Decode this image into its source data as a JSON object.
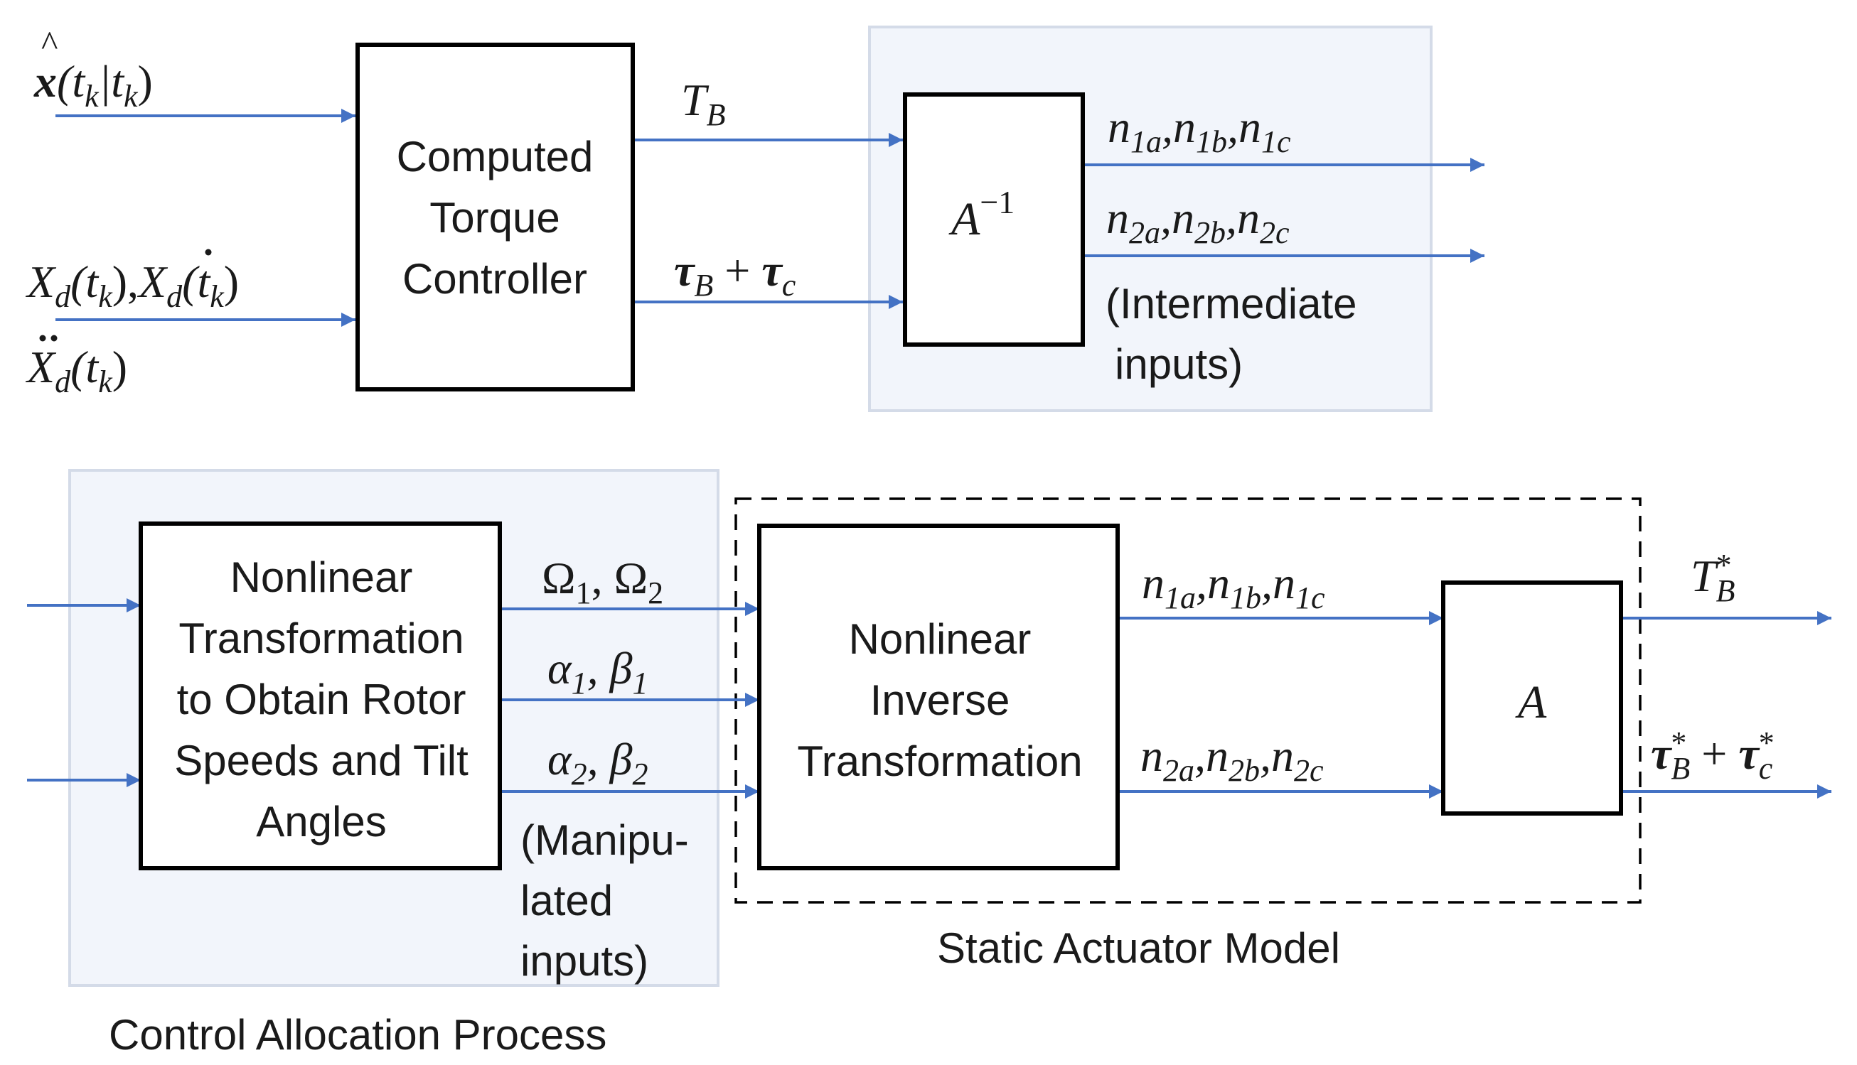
{
  "colors": {
    "arrow": "#4472c4",
    "panel_fill": "#f2f5fb",
    "panel_stroke": "#d4dbe8",
    "block_stroke": "#000000"
  },
  "top": {
    "inputs": {
      "xhat": {
        "base": "x",
        "args": "(t",
        "sub1": "k",
        "bar": "|t",
        "sub2": "k",
        "close": ")"
      },
      "xd": {
        "base": "X",
        "sub": "d",
        "arg": "(t",
        "argsub": "k",
        "close": "),",
        "dot_base": "X",
        "dot_sub": "d",
        "dot_arg": "(t",
        "dot_argsub": "k",
        "dot_close": ")"
      },
      "xdd": {
        "base": "X",
        "sub": "d",
        "arg": "(t",
        "argsub": "k",
        "close": ")"
      }
    },
    "controller": {
      "lines": [
        "Computed",
        "Torque",
        "Controller"
      ]
    },
    "tb_label": {
      "base": "T",
      "sub": "B"
    },
    "tau_label": {
      "t1": "τ",
      "s1": "B",
      "plus": " + ",
      "t2": "τ",
      "s2": "c"
    },
    "inverse_block": {
      "base": "A",
      "sup": "−1"
    },
    "out1": {
      "n": "n",
      "s1": "1a",
      "s2": "1b",
      "s3": "1c",
      "comma": ","
    },
    "out2": {
      "n": "n",
      "s1": "2a",
      "s2": "2b",
      "s3": "2c",
      "comma": ","
    },
    "intermediate_note": [
      "(Intermediate",
      "inputs)"
    ]
  },
  "bottom": {
    "nonlinear_block": {
      "lines": [
        "Nonlinear",
        "Transformation",
        "to Obtain Rotor",
        "Speeds and Tilt",
        "Angles"
      ]
    },
    "omega_label": {
      "s": "Ω",
      "s1": "1",
      "sep": ", ",
      "s2": "2"
    },
    "ab1_label": {
      "a": "α",
      "as": "1",
      "sep": ", ",
      "b": "β",
      "bs": "1"
    },
    "ab2_label": {
      "a": "α",
      "as": "2",
      "sep": ", ",
      "b": "β",
      "bs": "2"
    },
    "manipulated_note": [
      "(Manipu-",
      "lated",
      "inputs)"
    ],
    "inverse_transform_block": {
      "lines": [
        "Nonlinear",
        "Inverse",
        "Transformation"
      ]
    },
    "n1_label": {
      "n": "n",
      "s1": "1a",
      "s2": "1b",
      "s3": "1c",
      "comma": ","
    },
    "n2_label": {
      "n": "n",
      "s1": "2a",
      "s2": "2b",
      "s3": "2c",
      "comma": ","
    },
    "a_block": {
      "label": "A"
    },
    "tb_star": {
      "base": "T",
      "sup": "*",
      "sub": "B"
    },
    "tau_star": {
      "t1": "τ",
      "sup1": "*",
      "s1": "B",
      "plus": " + ",
      "t2": "τ",
      "sup2": "*",
      "s2": "c"
    },
    "static_caption": "Static Actuator Model",
    "control_caption": "Control Allocation Process"
  }
}
